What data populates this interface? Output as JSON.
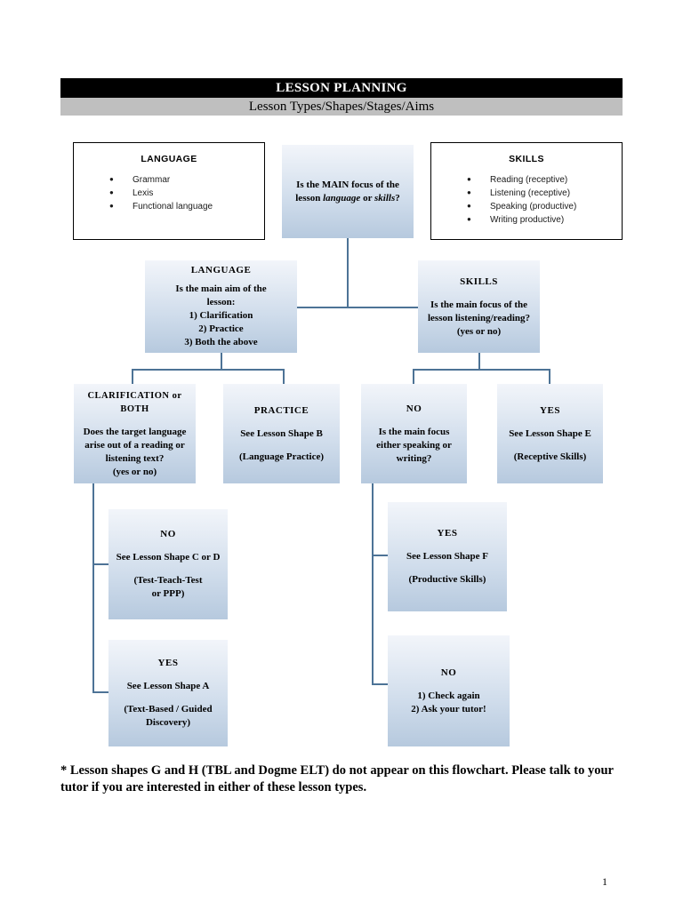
{
  "header": {
    "title": "LESSON PLANNING",
    "subtitle": "Lesson Types/Shapes/Stages/Aims"
  },
  "legends": {
    "language": {
      "title": "LANGUAGE",
      "items": [
        "Grammar",
        "Lexis",
        "Functional language"
      ]
    },
    "skills": {
      "title": "SKILLS",
      "items": [
        "Reading (receptive)",
        "Listening (receptive)",
        "Speaking (productive)",
        "Writing productive)"
      ]
    }
  },
  "flow": {
    "root": {
      "line1": "Is the MAIN focus of the",
      "line2_a": "lesson ",
      "line2_italic1": "language",
      "line2_b": " or ",
      "line2_italic2": "skills",
      "line2_c": "?"
    },
    "language_decision": {
      "heading": "LANGUAGE",
      "line1": "Is the main aim of the",
      "line2": "lesson:",
      "option1": "1) Clarification",
      "option2": "2) Practice",
      "option3": "3) Both the above"
    },
    "skills_decision": {
      "heading": "SKILLS",
      "line1": "Is the main focus of the",
      "line2": "lesson listening/reading?",
      "line3": "(yes or no)"
    },
    "clarification_or_both": {
      "heading": "CLARIFICATION or BOTH",
      "line1": "Does the target language",
      "line2": "arise out of a reading or",
      "line3": "listening text?",
      "line4": "(yes or no)"
    },
    "practice": {
      "heading": "PRACTICE",
      "line1": "See Lesson Shape B",
      "line2": "(Language Practice)"
    },
    "skills_no": {
      "heading": "NO",
      "line1": "Is the main focus",
      "line2": "either speaking or",
      "line3": "writing?"
    },
    "skills_yes": {
      "heading": "YES",
      "line1": "See Lesson Shape E",
      "line2": "(Receptive Skills)"
    },
    "clar_no": {
      "heading": "NO",
      "line1": "See Lesson Shape C or D",
      "line2": "(Test-Teach-Test",
      "line3": "or PPP)"
    },
    "clar_yes": {
      "heading": "YES",
      "line1": "See Lesson Shape A",
      "line2": "(Text-Based / Guided",
      "line3": "Discovery)"
    },
    "prod_yes": {
      "heading": "YES",
      "line1": "See Lesson Shape F",
      "line2": "(Productive Skills)"
    },
    "prod_no": {
      "heading": "NO",
      "line1": "1)  Check again",
      "line2": "2)  Ask your tutor!"
    }
  },
  "footnote": "* Lesson shapes G and H (TBL and Dogme ELT) do not appear on this flowchart. Please talk to your tutor if you are interested in either of these lesson types.",
  "page_number": "1",
  "colors": {
    "title_bar_bg": "#000000",
    "subtitle_bar_bg": "#bfbfbf",
    "connector": "#4d7396",
    "box_gradient_top": "#f2f5fa",
    "box_gradient_bottom": "#b6c9de"
  }
}
